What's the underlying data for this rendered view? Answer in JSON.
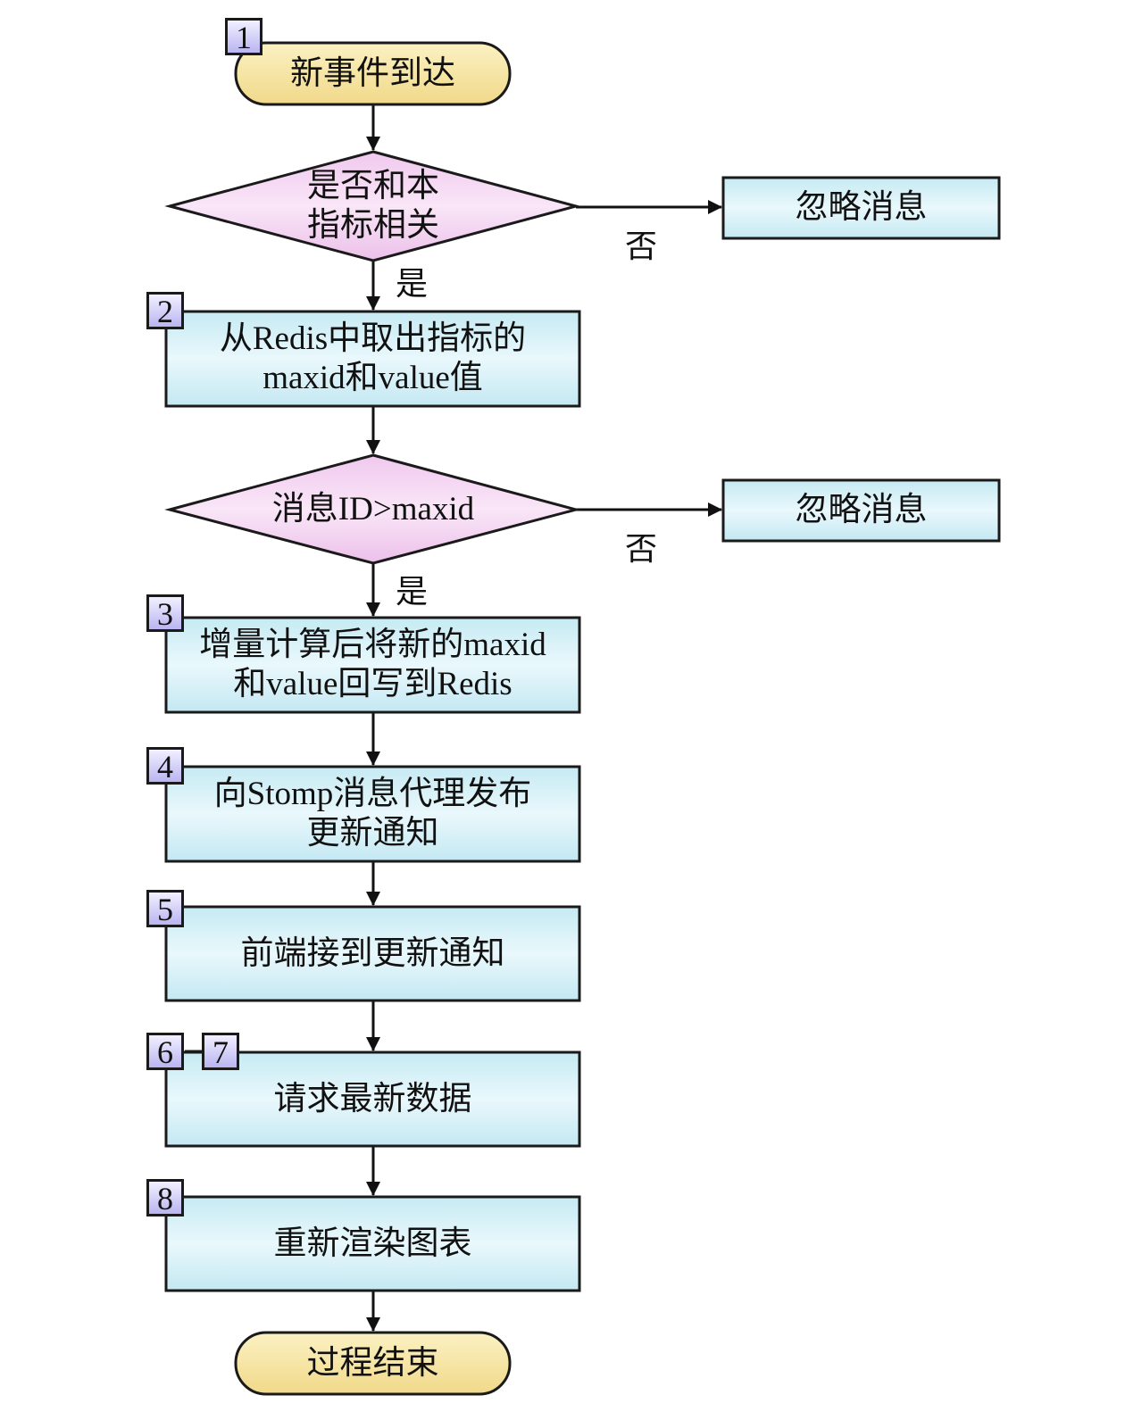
{
  "diagram": {
    "type": "flowchart",
    "colors": {
      "terminal_fill_top": "#fbf1c2",
      "terminal_fill_bottom": "#f3dc8a",
      "decision_fill_top": "#f8e2f5",
      "decision_fill_bottom": "#ecc0ea",
      "process_fill_top": "#c9ecf4",
      "process_fill_mid": "#e8f7fb",
      "badge_fill": "#c4c0f4",
      "stroke": "#1a1a1a"
    },
    "nodes": {
      "start": {
        "text": "新事件到达",
        "badge": "1"
      },
      "decision1": {
        "line1": "是否和本",
        "line2": "指标相关"
      },
      "ignore1": {
        "text": "忽略消息"
      },
      "step2": {
        "line1": "从Redis中取出指标的",
        "line2": "maxid和value值",
        "badge": "2"
      },
      "decision2": {
        "text": "消息ID>maxid"
      },
      "ignore2": {
        "text": "忽略消息"
      },
      "step3": {
        "line1": "增量计算后将新的maxid",
        "line2": "和value回写到Redis",
        "badge": "3"
      },
      "step4": {
        "line1": "向Stomp消息代理发布",
        "line2": "更新通知",
        "badge": "4"
      },
      "step5": {
        "text": "前端接到更新通知",
        "badge": "5"
      },
      "step67": {
        "text": "请求最新数据",
        "badge_a": "6",
        "badge_b": "7"
      },
      "step8": {
        "text": "重新渲染图表",
        "badge": "8"
      },
      "end": {
        "text": "过程结束"
      }
    },
    "edge_labels": {
      "d1_yes": "是",
      "d1_no": "否",
      "d2_yes": "是",
      "d2_no": "否"
    }
  }
}
